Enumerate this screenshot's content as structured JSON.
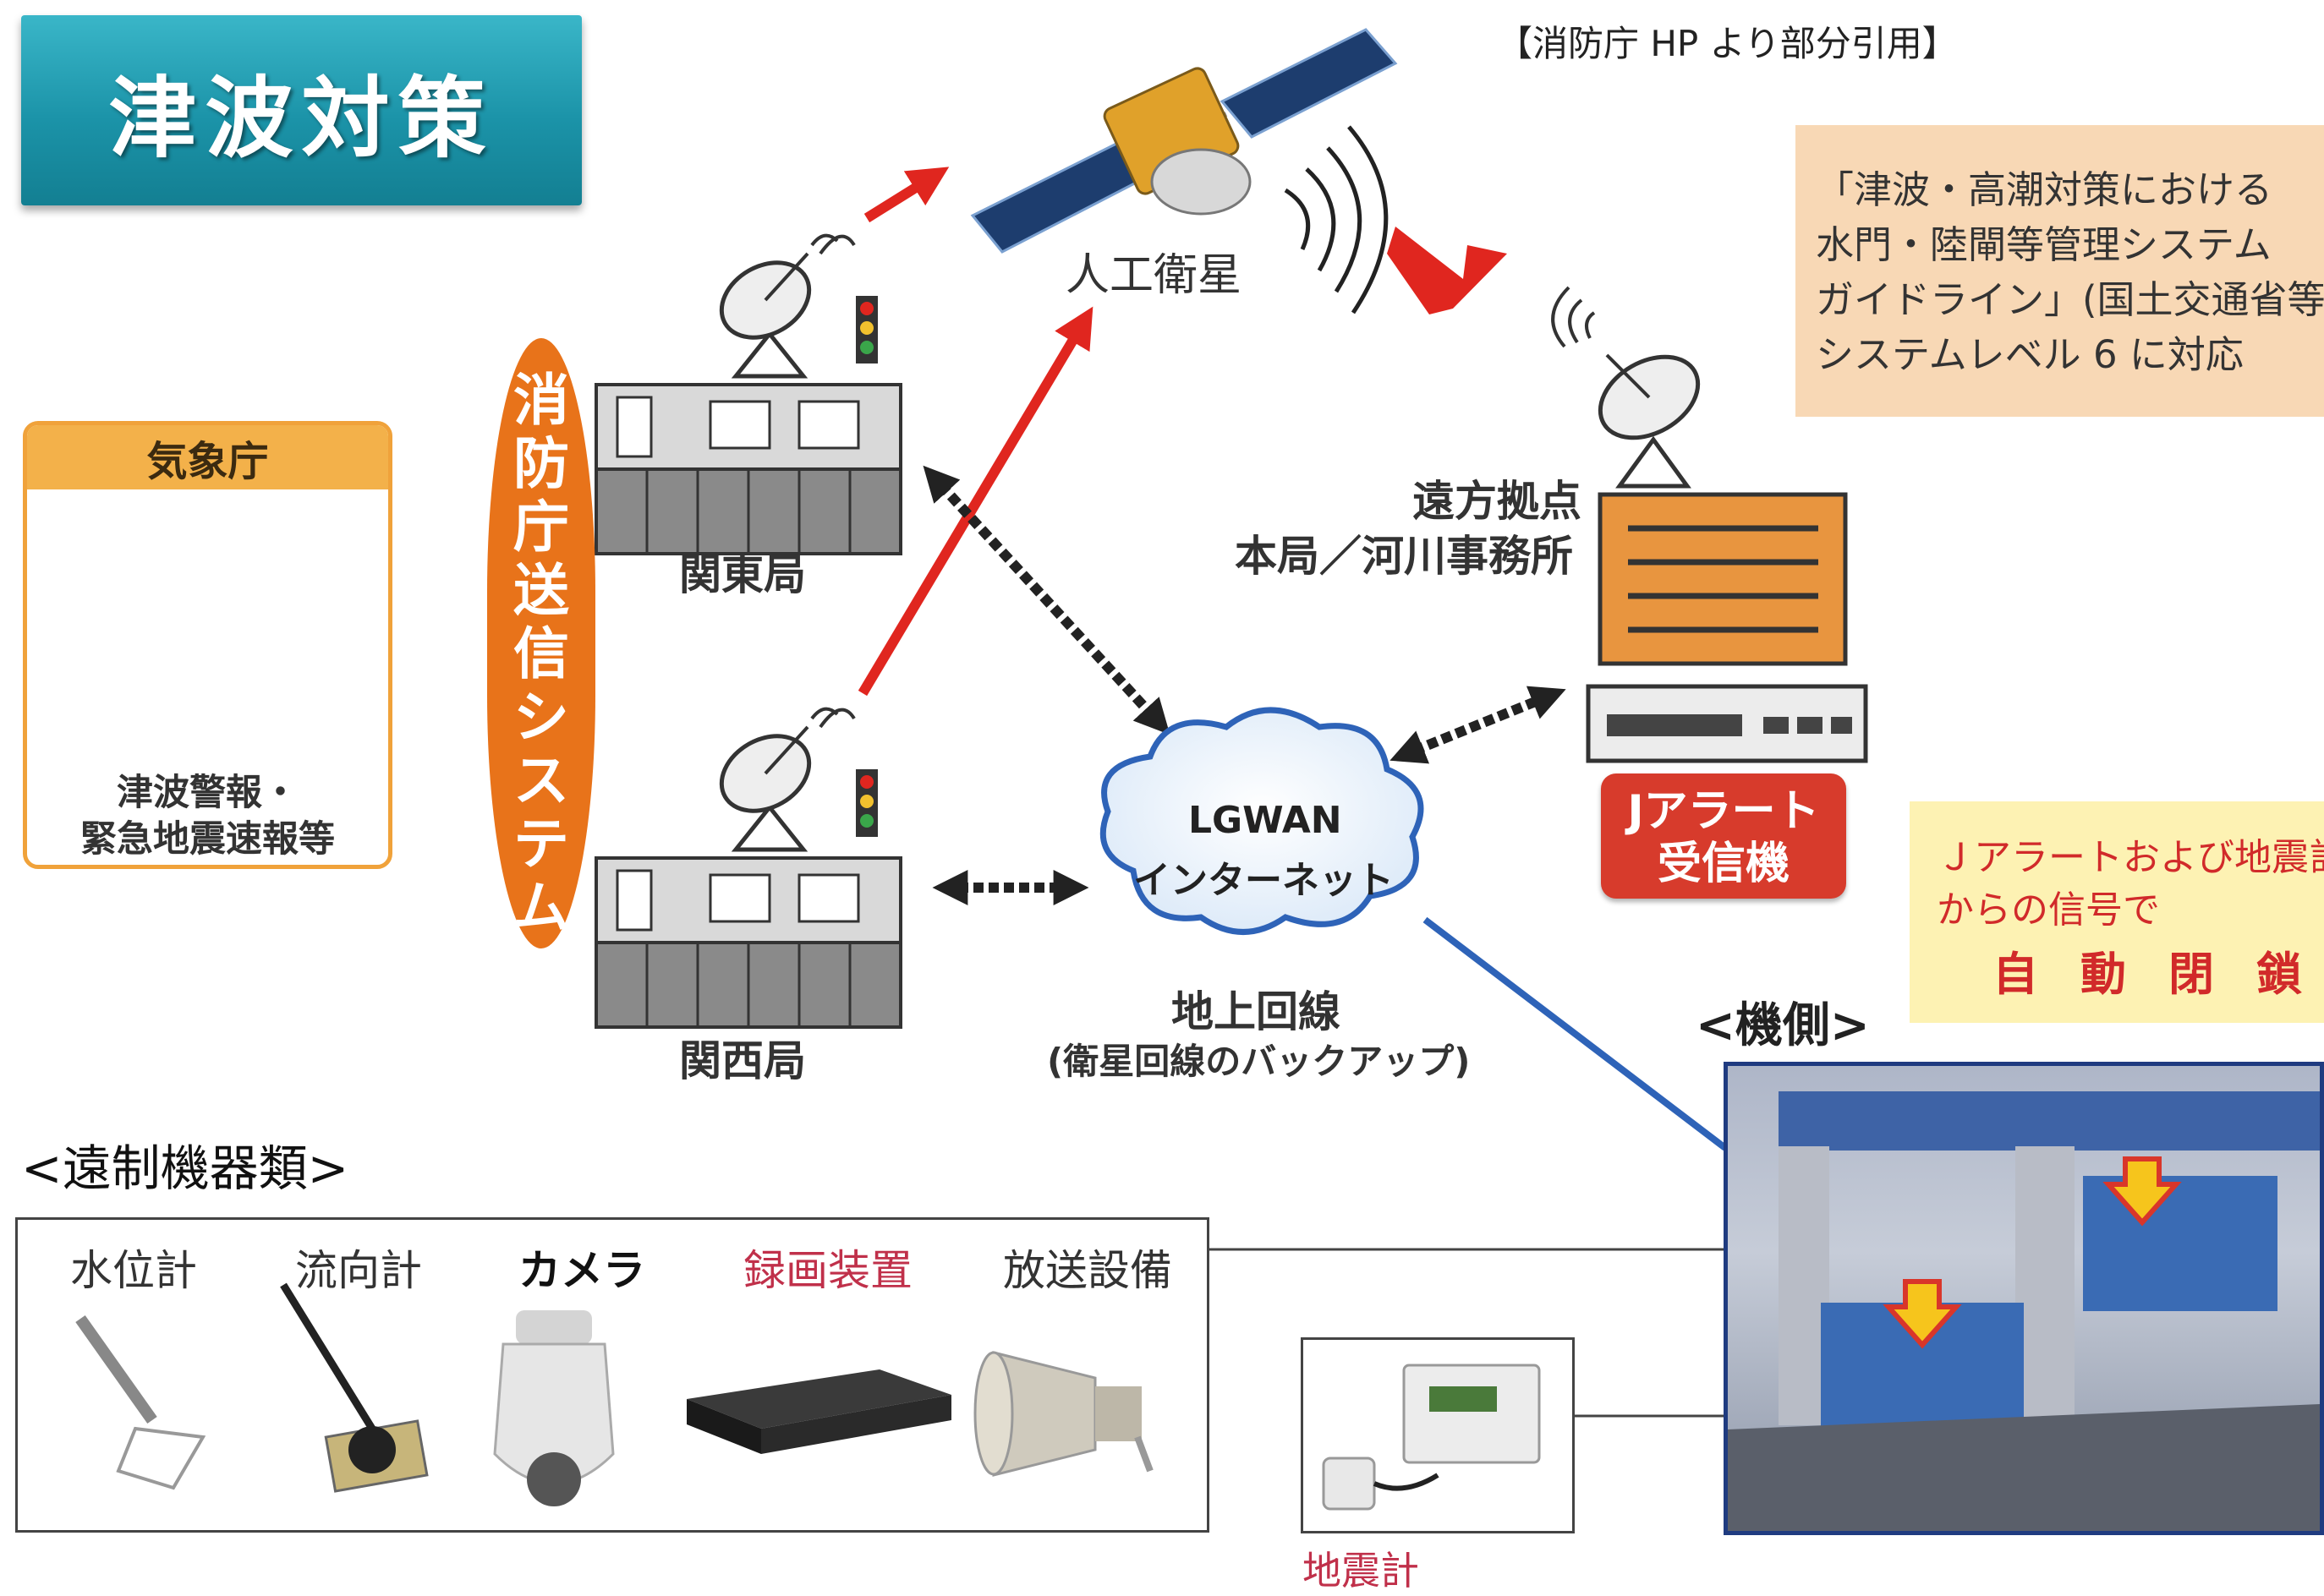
{
  "title": "津波対策",
  "source_note": "【消防庁 HP より部分引用】",
  "guideline_note": {
    "lines": [
      "「津波・高潮対策における",
      "水門・陸閘等管理システム",
      "ガイドライン」(国土交通省等)",
      "システムレベル 6 に対応"
    ]
  },
  "jma": {
    "header": "気象庁",
    "caption_lines": [
      "津波警報・",
      "緊急地震速報等"
    ]
  },
  "fdma_system": "消防庁送信システム",
  "satellite_label": "人工衛星",
  "kanto_station": "関東局",
  "kansai_station": "関西局",
  "remote_site": {
    "line1": "遠方拠点",
    "line2": "本局／河川事務所"
  },
  "jalert_receiver": {
    "line1": "Jアラート",
    "line2": "受信機"
  },
  "network": {
    "cloud_line1": "LGWAN",
    "cloud_line2": "インターネット",
    "ground_line": "地上回線",
    "ground_note": "(衛星回線のバックアップ)"
  },
  "auto_close": {
    "line1": "Ｊアラートおよび地震計",
    "line2": "からの信号で",
    "emphasis": "自動閉鎖"
  },
  "site_label": "<機側>",
  "remote_devices": {
    "heading": "<遠制機器類>",
    "items": [
      "水位計",
      "流向計",
      "カメラ",
      "録画装置",
      "放送設備"
    ]
  },
  "seismometer_label": "地震計",
  "colors": {
    "title_teal": "#1b93a8",
    "fdma_orange": "#e8731a",
    "alert_red": "#d73b2c",
    "link_blue": "#2e63b8",
    "recorder_text": "#c0304a",
    "camera_text": "#111111",
    "seismometer_text": "#c0304a",
    "note_peach": "#f8d8b5",
    "auto_yellow": "#fdf2b3"
  }
}
